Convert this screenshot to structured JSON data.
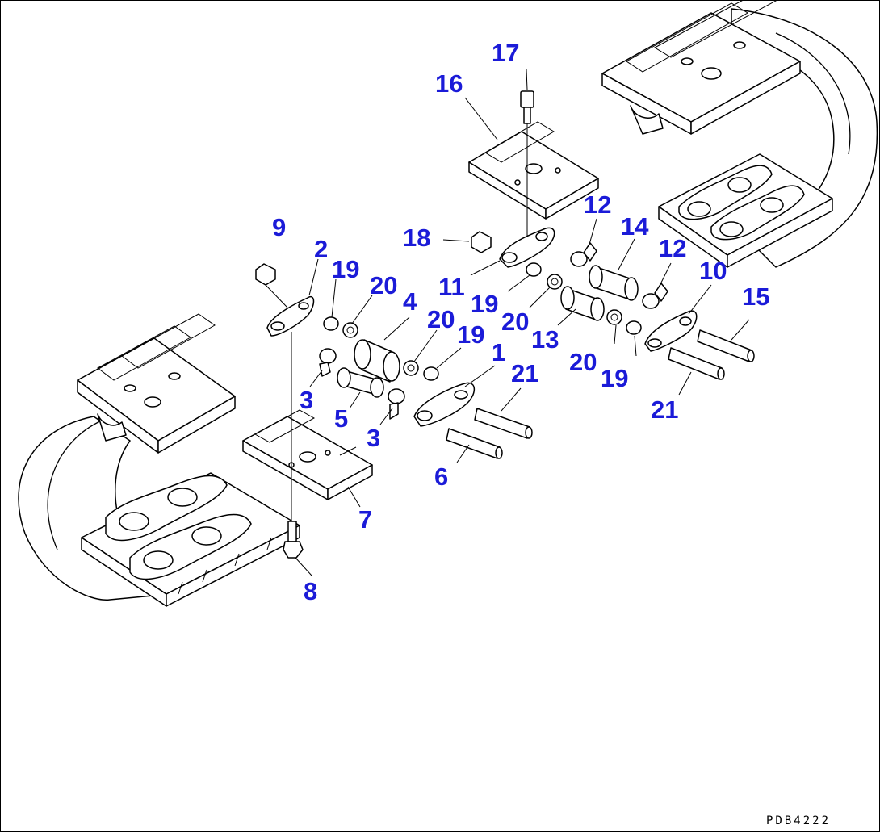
{
  "drawing": {
    "code": "PDB4222",
    "callouts": {
      "c1": "1",
      "c2": "2",
      "c3a": "3",
      "c3b": "3",
      "c4": "4",
      "c5": "5",
      "c6": "6",
      "c7": "7",
      "c8": "8",
      "c9": "9",
      "c10": "10",
      "c11": "11",
      "c12a": "12",
      "c12b": "12",
      "c13": "13",
      "c14": "14",
      "c15": "15",
      "c16": "16",
      "c17": "17",
      "c18": "18",
      "c19a": "19",
      "c19b": "19",
      "c19c": "19",
      "c19d": "19",
      "c20a": "20",
      "c20b": "20",
      "c20c": "20",
      "c20d": "20",
      "c21a": "21",
      "c21b": "21"
    }
  }
}
